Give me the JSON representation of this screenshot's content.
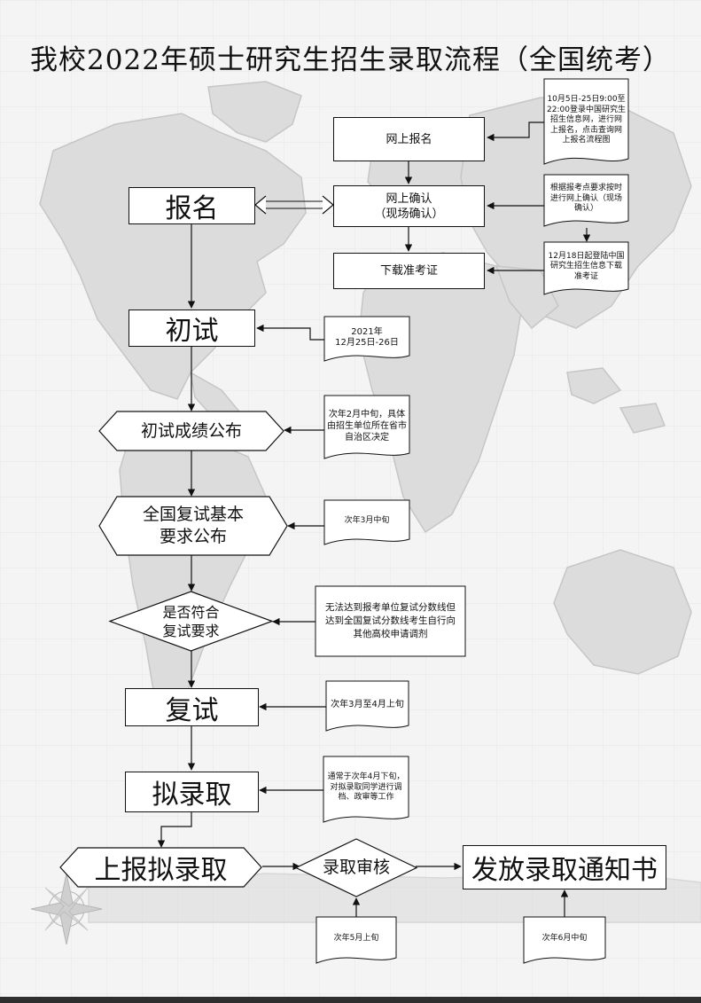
{
  "title": "我校2022年硕士研究生招生录取流程（全国统考）",
  "steps": {
    "baoming": "报名",
    "wangshang_baoming": "网上报名",
    "wangshang_queren": "网上确认\n（现场确认）",
    "xiazai": "下载准考证",
    "chushi": "初试",
    "chushi_gongbu": "初试成绩公布",
    "fushi_yaoqiu": "全国复试基本\n要求公布",
    "shifou": "是否符合\n复试要求",
    "fushi": "复试",
    "nieluqu": "拟录取",
    "shangbao": "上报拟录取",
    "shenhe": "录取审核",
    "fafang": "发放录取通知书"
  },
  "notes": {
    "baoming_time": "10月5日-25日9:00至22:00登录中国研究生招生信息网，进行网上报名，点击查询网上报名流程图",
    "queren_note": "根据报考点要求按时进行网上确认（现场确认）",
    "zhunkaozheng_note": "12月18日起登陆中国研究生招生信息下载准考证",
    "chushi_time": "2021年\n12月25日-26日",
    "gongbu_time": "次年2月中旬，具体由招生单位所在省市自治区决定",
    "yaoqiu_time": "次年3月中旬",
    "tiaoji_note": "无法达到报考单位复试分数线但达到全国复试分数线考生自行向其他高校申请调剂",
    "fushi_time": "次年3月至4月上旬",
    "nieluqu_note": "通常于次年4月下旬，对拟录取同学进行调档、政审等工作",
    "shenhe_time": "次年5月上旬",
    "fafang_time": "次年6月中旬"
  },
  "icons": {
    "background": "world-map-icon",
    "compass": "compass-rose-icon"
  },
  "colors": {
    "line": "#111111",
    "map": "#dcdcdc",
    "map_border": "#c6c6c6",
    "page": "#f4f4f4",
    "node_fill": "#ffffff"
  }
}
